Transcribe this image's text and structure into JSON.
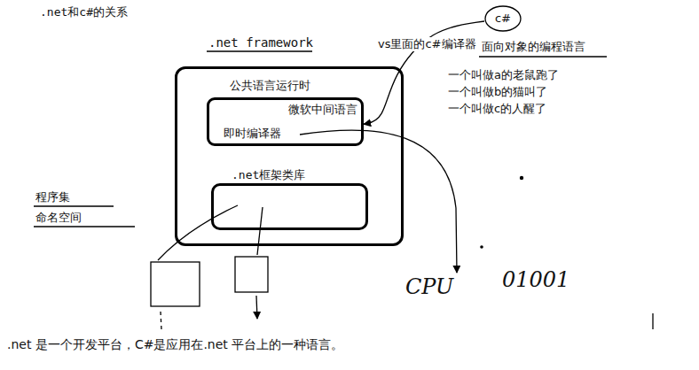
{
  "diagram": {
    "title": ".net和c#的关系",
    "caption": ".net 是一个开发平台，C#是应用在.net 平台上的一种语言。",
    "nodes": [
      {
        "text": [
          ".net framework"
        ]
      },
      {
        "text": [
          "公共语言运行时",
          "微软中间语言",
          "即时编译器"
        ],
        "in": 0
      },
      {
        "text": [
          ".net框架类库"
        ],
        "in": 0
      },
      {
        "text": [
          "c#"
        ]
      }
    ],
    "edges": [
      {
        "from": 3,
        "to": 1,
        "arrow": "to",
        "label": "vs里面的c#编译器"
      }
    ],
    "labels": [
      "面向对象的编程语言",
      "一个叫做a的老鼠跑了",
      "一个叫做b的猫叫了",
      "一个叫做c的人醒了",
      "程序集",
      "命名空间",
      "CPU",
      "01001"
    ]
  }
}
